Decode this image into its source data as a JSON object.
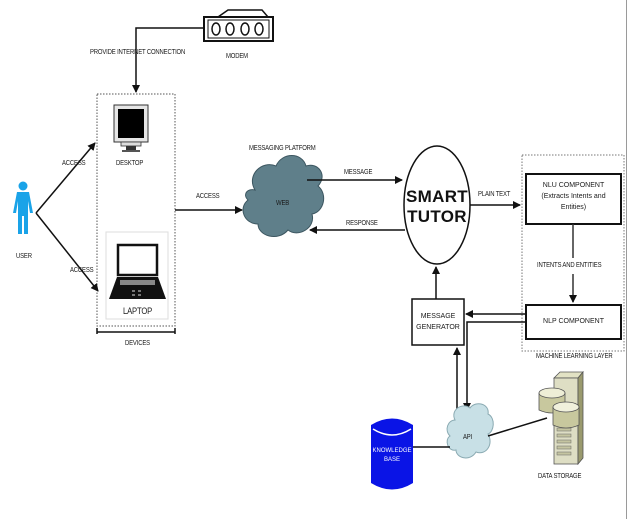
{
  "diagram": {
    "title": "Smart Tutor System Architecture",
    "nodes": {
      "modem": {
        "label": "MODEM",
        "icon": "modem-icon"
      },
      "desktop": {
        "label": "DESKTOP",
        "icon": "desktop-monitor-icon"
      },
      "laptop": {
        "label": "LAPTOP",
        "icon": "laptop-icon"
      },
      "devices": {
        "label": "DEVICES"
      },
      "user": {
        "label": "USER",
        "icon": "person-icon",
        "color": "#1aa3e8"
      },
      "web": {
        "label": "WEB",
        "group_label": "MESSAGING PLATFORM",
        "icon": "cloud-icon",
        "color": "#5f7f8a"
      },
      "smart_tutor": {
        "line1": "SMART",
        "line2": "TUTOR"
      },
      "nlu": {
        "line1": "NLU COMPONENT",
        "line2": "(Extracts Intents and",
        "line3": "Entities)"
      },
      "nlp": {
        "label": "NLP COMPONENT"
      },
      "ml_layer": {
        "label": "MACHINE LEARNING LAYER"
      },
      "message_generator": {
        "line1": "MESSAGE",
        "line2": "GENERATOR"
      },
      "api": {
        "label": "API",
        "icon": "cloud-icon",
        "color": "#c8e0e6"
      },
      "knowledge_base": {
        "line1": "KNOWLEDGE",
        "line2": "BASE",
        "icon": "database-cylinder-icon",
        "color": "#0a14e6"
      },
      "data_storage": {
        "label": "DATA STORAGE",
        "icon": "server-storage-icon",
        "color": "#c8c8a0"
      }
    },
    "edges": {
      "modem_to_devices": "PROVIDE INTERNET CONNECTION",
      "user_to_desktop": "ACCESS",
      "user_to_laptop": "ACCESS",
      "devices_to_web": "ACCESS",
      "web_to_tutor": "MESSAGE",
      "tutor_to_web": "RESPONSE",
      "tutor_to_nlu": "PLAIN TEXT",
      "nlu_to_nlp": "INTENTS AND ENTITIES"
    }
  }
}
